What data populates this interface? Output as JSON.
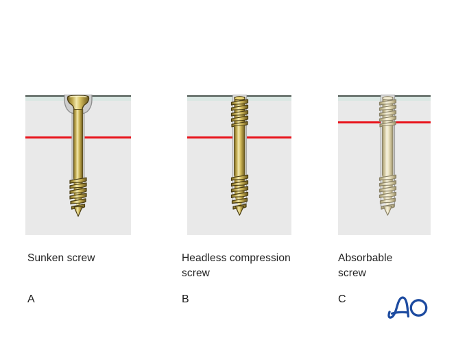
{
  "figure": {
    "panels": [
      {
        "letter": "A",
        "caption": "Sunken screw"
      },
      {
        "letter": "B",
        "caption": "Headless compression screw"
      },
      {
        "letter": "C",
        "caption": "Absorbable screw"
      }
    ],
    "logo_text": "AO",
    "colors": {
      "panel_background": "#e9e9e9",
      "joint_surface_line": "#4a554f",
      "subchondral_band": "#dae7e3",
      "fracture_line": "#e8121a",
      "gold_screw": "#d4bd5e",
      "absorbable_screw": "#f2edd8",
      "drill_channel": "#ababab",
      "logo_blue": "#1d4ba0",
      "text": "#232323"
    }
  }
}
